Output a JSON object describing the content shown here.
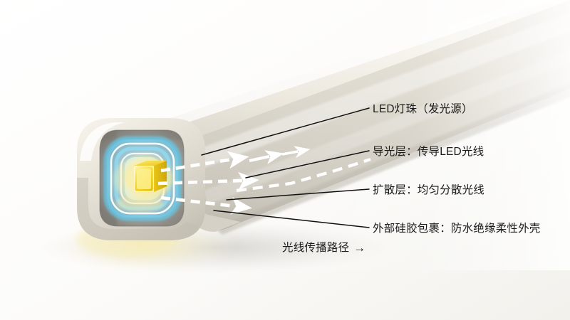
{
  "figure": {
    "title_alt": "LED 硅胶灯带结构剖面图",
    "background_color": "#fbfaf8"
  },
  "annotations": [
    {
      "id": "led-chip",
      "label": "LED灯珠（发光源）"
    },
    {
      "id": "light-guide",
      "label": "导光层：传导LED光线"
    },
    {
      "id": "diffusion",
      "label": "扩散层：均匀分散光线"
    },
    {
      "id": "silicone-shell",
      "label": "外部硅胶包裹：防水绝缘柔性外壳"
    }
  ],
  "legend": {
    "flow_label": "光线传播路径",
    "flow_arrow": "→"
  },
  "colors": {
    "silicone_shell": "#e8e4da",
    "silicone_shell_light": "#f3f0e8",
    "silicone_shell_shadow": "#cdc8bc",
    "inner_wall_gray": "#9b9992",
    "inner_wall_gray_dark": "#86847d",
    "diffusion_blue": "#7fd4f0",
    "diffusion_blue_light": "#bfe9f8",
    "light_guide_cyan": "#5ec8ea",
    "led_yellow": "#f2cf1f",
    "led_yellow_light": "#fbe87a",
    "led_yellow_dark": "#d9b410",
    "leader_line": "#111111",
    "ray_arrow": "#ffffff",
    "glow_warm": "#f6edc4",
    "text": "#1a1a1a"
  },
  "light_rays": {
    "count_dashed": 3,
    "count_solid_arrow": 2,
    "direction": "left-to-right along strip axis"
  },
  "structure_layers": [
    "外部硅胶包裹",
    "内壁",
    "扩散层",
    "导光层",
    "LED灯珠"
  ]
}
